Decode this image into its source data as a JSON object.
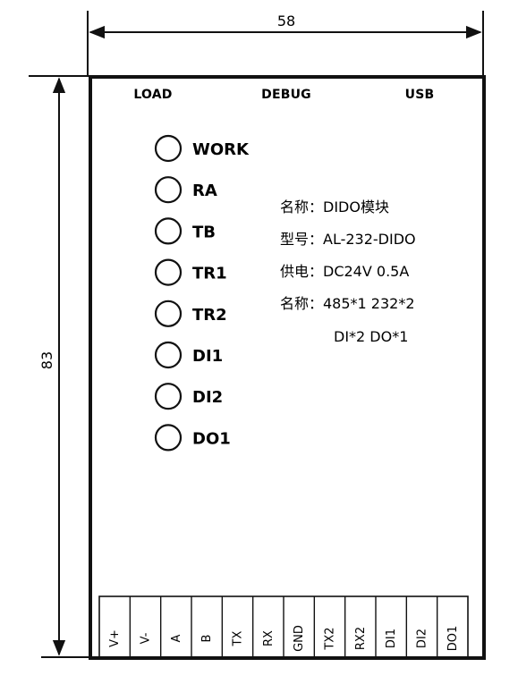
{
  "dimensions": {
    "width_label": "58",
    "height_label": "83"
  },
  "ports": [
    {
      "label": "LOAD"
    },
    {
      "label": "DEBUG"
    },
    {
      "label": "USB"
    }
  ],
  "leds": [
    {
      "label": "WORK"
    },
    {
      "label": "RA"
    },
    {
      "label": "TB"
    },
    {
      "label": "TR1"
    },
    {
      "label": "TR2"
    },
    {
      "label": "DI1"
    },
    {
      "label": "DI2"
    },
    {
      "label": "DO1"
    }
  ],
  "info": {
    "line1": "名称：DIDO模块",
    "line2": "型号：AL-232-DIDO",
    "line3": "供电：DC24V  0.5A",
    "line4": "名称：485*1   232*2",
    "line5": "DI*2   DO*1"
  },
  "terminals": [
    "V+",
    "V-",
    "A",
    "B",
    "TX",
    "RX",
    "GND",
    "TX2",
    "RX2",
    "DI1",
    "DI2",
    "DO1"
  ],
  "colors": {
    "line": "#111111",
    "background": "#ffffff"
  }
}
